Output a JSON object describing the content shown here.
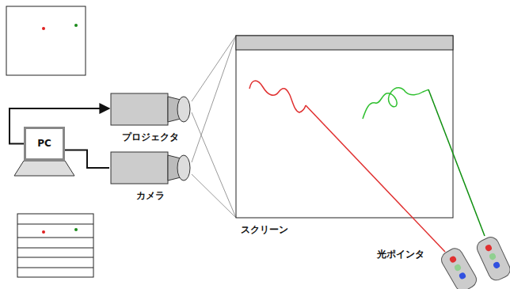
{
  "diagram": {
    "nodes": [
      {
        "text": [
          "プロジェクタ"
        ]
      },
      {
        "text": [
          "PC"
        ]
      },
      {
        "text": [
          "カメラ"
        ]
      },
      {
        "text": [
          "スクリーン"
        ]
      },
      {
        "text": [
          "光ポインタ"
        ]
      }
    ],
    "edges": [
      {
        "from": 1,
        "to": 0,
        "arrow": "to"
      },
      {
        "from": 2,
        "to": 1,
        "arrow": "none"
      }
    ]
  }
}
